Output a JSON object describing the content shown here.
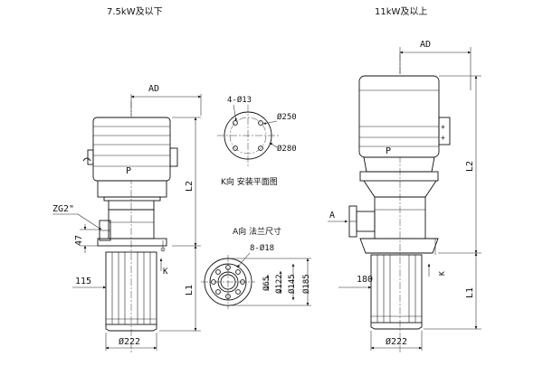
{
  "left_view": {
    "title": "7.5kW及以下",
    "AD": "AD",
    "P": "P",
    "L2": "L2",
    "L1": "L1",
    "ZG": "ZG2\"",
    "dim_47": "47",
    "dim_115": "115",
    "K": "K",
    "base_dia": "Ø222"
  },
  "right_view": {
    "title": "11kW及以上",
    "AD": "AD",
    "P": "P",
    "L2": "L2",
    "L1": "L1",
    "A": "A",
    "dim_180": "180",
    "K": "K",
    "base_dia": "Ø222"
  },
  "k_view": {
    "holes": "4-Ø13",
    "dia_outer": "Ø250",
    "dia_pcd": "Ø280",
    "caption": "K向 安装平面图"
  },
  "a_view": {
    "caption": "A向 法兰尺寸",
    "holes": "8-Ø18",
    "dia1": "Ø65",
    "dia2": "Ø122",
    "dia3": "Ø145",
    "dia4": "Ø185"
  }
}
